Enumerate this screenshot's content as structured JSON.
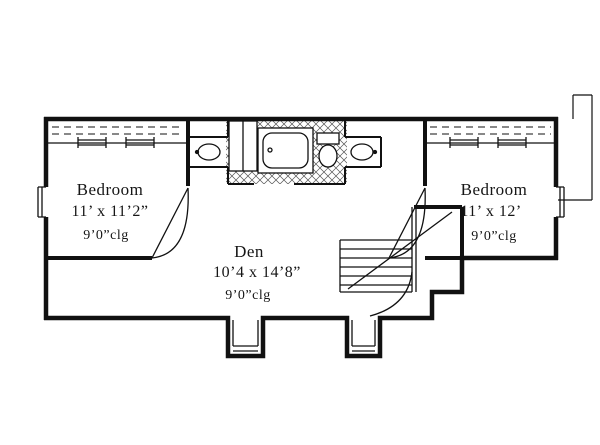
{
  "plan": {
    "rooms": {
      "bedroom_left": {
        "name": "Bedroom",
        "dims": "11’ x 11’2”",
        "ceiling": "9’0”clg"
      },
      "bedroom_right": {
        "name": "Bedroom",
        "dims": "11’ x 12’",
        "ceiling": "9’0”clg"
      },
      "den": {
        "name": "Den",
        "dims": "10’4 x 14’8”",
        "ceiling": "9’0”clg"
      }
    },
    "colors": {
      "wall": "#111111",
      "background": "#ffffff"
    }
  }
}
